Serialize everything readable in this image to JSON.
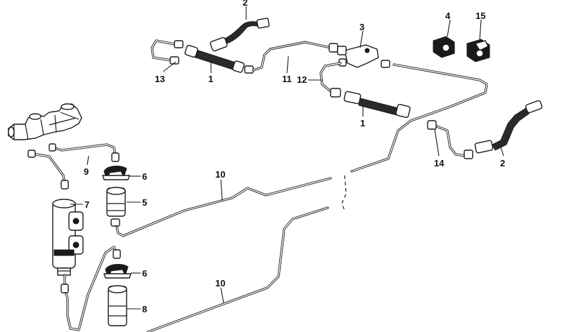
{
  "callouts": [
    {
      "id": "c1a",
      "label": "1"
    },
    {
      "id": "c1b",
      "label": "1"
    },
    {
      "id": "c2a",
      "label": "2"
    },
    {
      "id": "c2b",
      "label": "2"
    },
    {
      "id": "c3",
      "label": "3"
    },
    {
      "id": "c4",
      "label": "4"
    },
    {
      "id": "c5",
      "label": "5"
    },
    {
      "id": "c6a",
      "label": "6"
    },
    {
      "id": "c6b",
      "label": "6"
    },
    {
      "id": "c7",
      "label": "7"
    },
    {
      "id": "c8",
      "label": "8"
    },
    {
      "id": "c9",
      "label": "9"
    },
    {
      "id": "c10a",
      "label": "10"
    },
    {
      "id": "c10b",
      "label": "10"
    },
    {
      "id": "c11",
      "label": "11"
    },
    {
      "id": "c12",
      "label": "12"
    },
    {
      "id": "c13",
      "label": "13"
    },
    {
      "id": "c14",
      "label": "14"
    },
    {
      "id": "c15",
      "label": "15"
    }
  ],
  "colors": {
    "line": "#1a1a1a",
    "background": "#ffffff"
  }
}
